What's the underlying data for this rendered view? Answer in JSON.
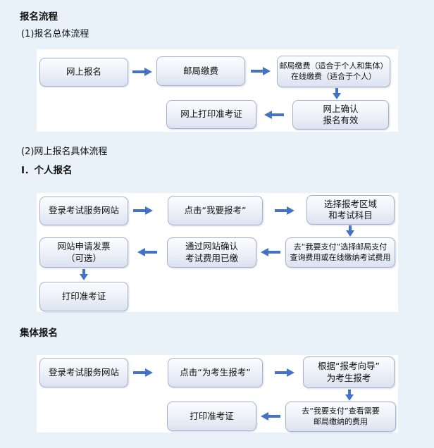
{
  "colors": {
    "page_background": "#e8f2f8",
    "panel_background": "#ffffff",
    "box_border": "#a6b2cb",
    "box_fill_top": "#fbfcfe",
    "box_fill_bottom": "#dce2f1",
    "arrow": "#4472c4",
    "text": "#111111"
  },
  "headings": {
    "title": "报名流程",
    "overall": "(1)报名总体流程",
    "detail": "(2)网上报名具体流程",
    "individual": "Ⅰ．个人报名",
    "group": "集体报名"
  },
  "flow_overall": {
    "online_register": "网上报名",
    "post_pay": "邮局缴费",
    "pay_options_line1": "邮局缴费（适合于个人和集体）",
    "pay_options_line2": "在线缴费（适合于个人）",
    "confirm_line1": "网上确认",
    "confirm_line2": "报名有效",
    "print_ticket": "网上打印准考证"
  },
  "flow_individual": {
    "login": "登录考试服务网站",
    "click_apply": "点击“我要报考”",
    "select_line1": "选择报考区域",
    "select_line2": "和考试科目",
    "pay_line1": "去“我要支付”选择邮局支付",
    "pay_line2": "查询费用或在线缴纳考试费用",
    "confirm_line1": "通过网站确认",
    "confirm_line2": "考试费用已缴",
    "invoice_line1": "网站申请发票",
    "invoice_line2": "（可选）",
    "print_ticket": "打印准考证"
  },
  "flow_group": {
    "login": "登录考试服务网站",
    "click_apply": "点击“为考生报考”",
    "wizard_line1": "根据“报考向导”",
    "wizard_line2": "为考生报考",
    "pay_line1": "去“我要支付”查看需要",
    "pay_line2": "邮局缴纳的费用",
    "print_ticket": "打印准考证"
  }
}
